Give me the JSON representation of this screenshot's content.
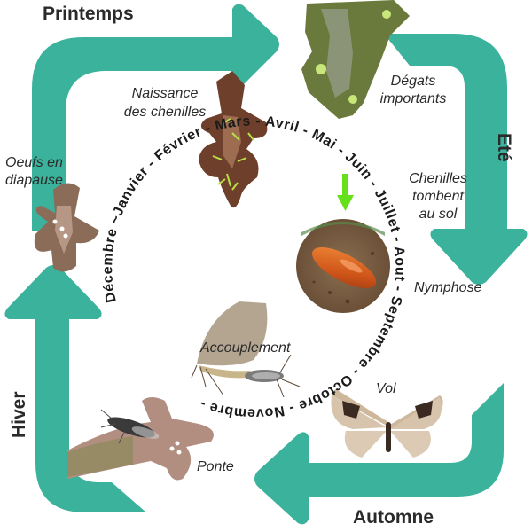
{
  "diagram": {
    "title": "Cycle de vie de la phalène (chenilles)",
    "arrow_color": "#3bb39c",
    "seasons": {
      "spring": "Printemps",
      "summer": "Eté",
      "autumn": "Automne",
      "winter": "Hiver"
    },
    "stages": {
      "birth_line1": "Naissance",
      "birth_line2": "des chenilles",
      "damage_line1": "Dégats",
      "damage_line2": "importants",
      "fall_line1": "Chenilles",
      "fall_line2": "tombent",
      "fall_line3": "au sol",
      "pupation": "Nymphose",
      "mating": "Accouplement",
      "flight": "Vol",
      "laying": "Ponte",
      "eggs_line1": "Oeufs en",
      "eggs_line2": "diapause"
    },
    "months_ring": "Décembre ~Janvier - Février - Mars - Avril - Mai - Juin - Juillet - Aout - Septembre - Octobre - Novembre - ",
    "colors": {
      "arrow": "#3bb39c",
      "indicator_arrow": "#66e01a",
      "text": "#2a2a2a"
    }
  }
}
